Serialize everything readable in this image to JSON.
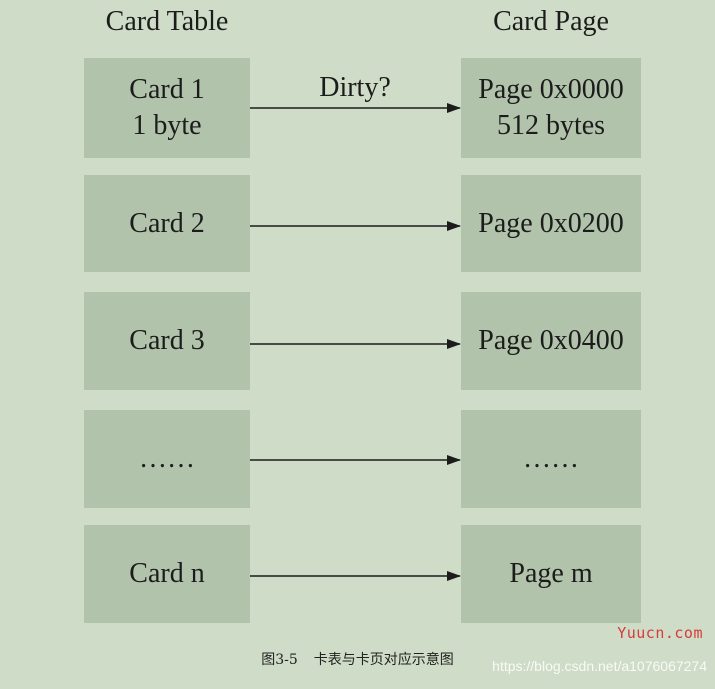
{
  "headers": {
    "card_table": "Card Table",
    "card_page": "Card Page"
  },
  "arrow_label": "Dirty?",
  "rows": [
    {
      "card_line1": "Card 1",
      "card_line2": "1 byte",
      "page_line1": "Page 0x0000",
      "page_line2": "512 bytes"
    },
    {
      "card_line1": "Card 2",
      "card_line2": "",
      "page_line1": "Page 0x0200",
      "page_line2": ""
    },
    {
      "card_line1": "Card 3",
      "card_line2": "",
      "page_line1": "Page 0x0400",
      "page_line2": ""
    },
    {
      "card_line1": "……",
      "card_line2": "",
      "page_line1": "……",
      "page_line2": ""
    },
    {
      "card_line1": "Card n",
      "card_line2": "",
      "page_line1": "Page m",
      "page_line2": ""
    }
  ],
  "caption": {
    "figure_number": "图3-5",
    "text": "卡表与卡页对应示意图"
  },
  "watermark": {
    "site": "Yuucn.com",
    "url": "https://blog.csdn.net/a1076067274"
  }
}
